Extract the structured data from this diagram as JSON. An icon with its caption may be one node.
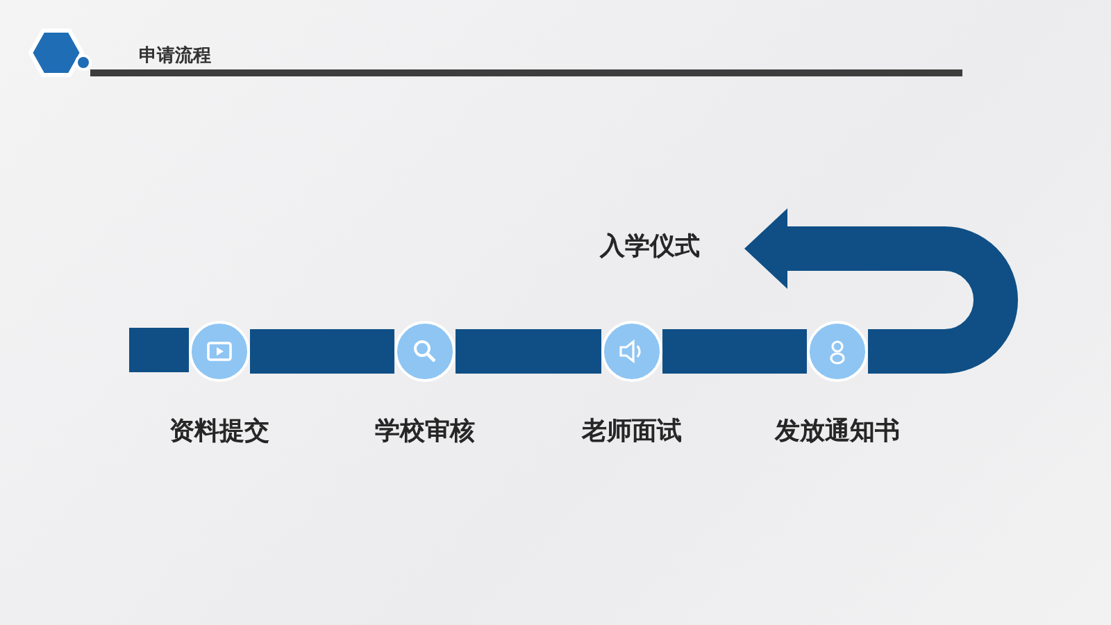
{
  "diagram": {
    "title": "申请流程",
    "nodes": [
      {
        "text": [],
        "shape": "circle",
        "beside": [
          "资料提交"
        ]
      },
      {
        "text": [],
        "shape": "circle",
        "beside": [
          "学校审核"
        ]
      },
      {
        "text": [],
        "shape": "circle",
        "beside": [
          "老师面试"
        ]
      },
      {
        "text": [],
        "shape": "circle",
        "beside": [
          "发放通知书"
        ]
      },
      {
        "text": [
          "入学仪式"
        ]
      }
    ],
    "edges": [
      {
        "from": null,
        "to": 0,
        "arrow": "none"
      },
      {
        "from": 0,
        "to": 1,
        "arrow": "none"
      },
      {
        "from": 1,
        "to": 2,
        "arrow": "none"
      },
      {
        "from": 2,
        "to": 3,
        "arrow": "none"
      },
      {
        "from": 3,
        "to": 4,
        "arrow": "to"
      }
    ]
  }
}
